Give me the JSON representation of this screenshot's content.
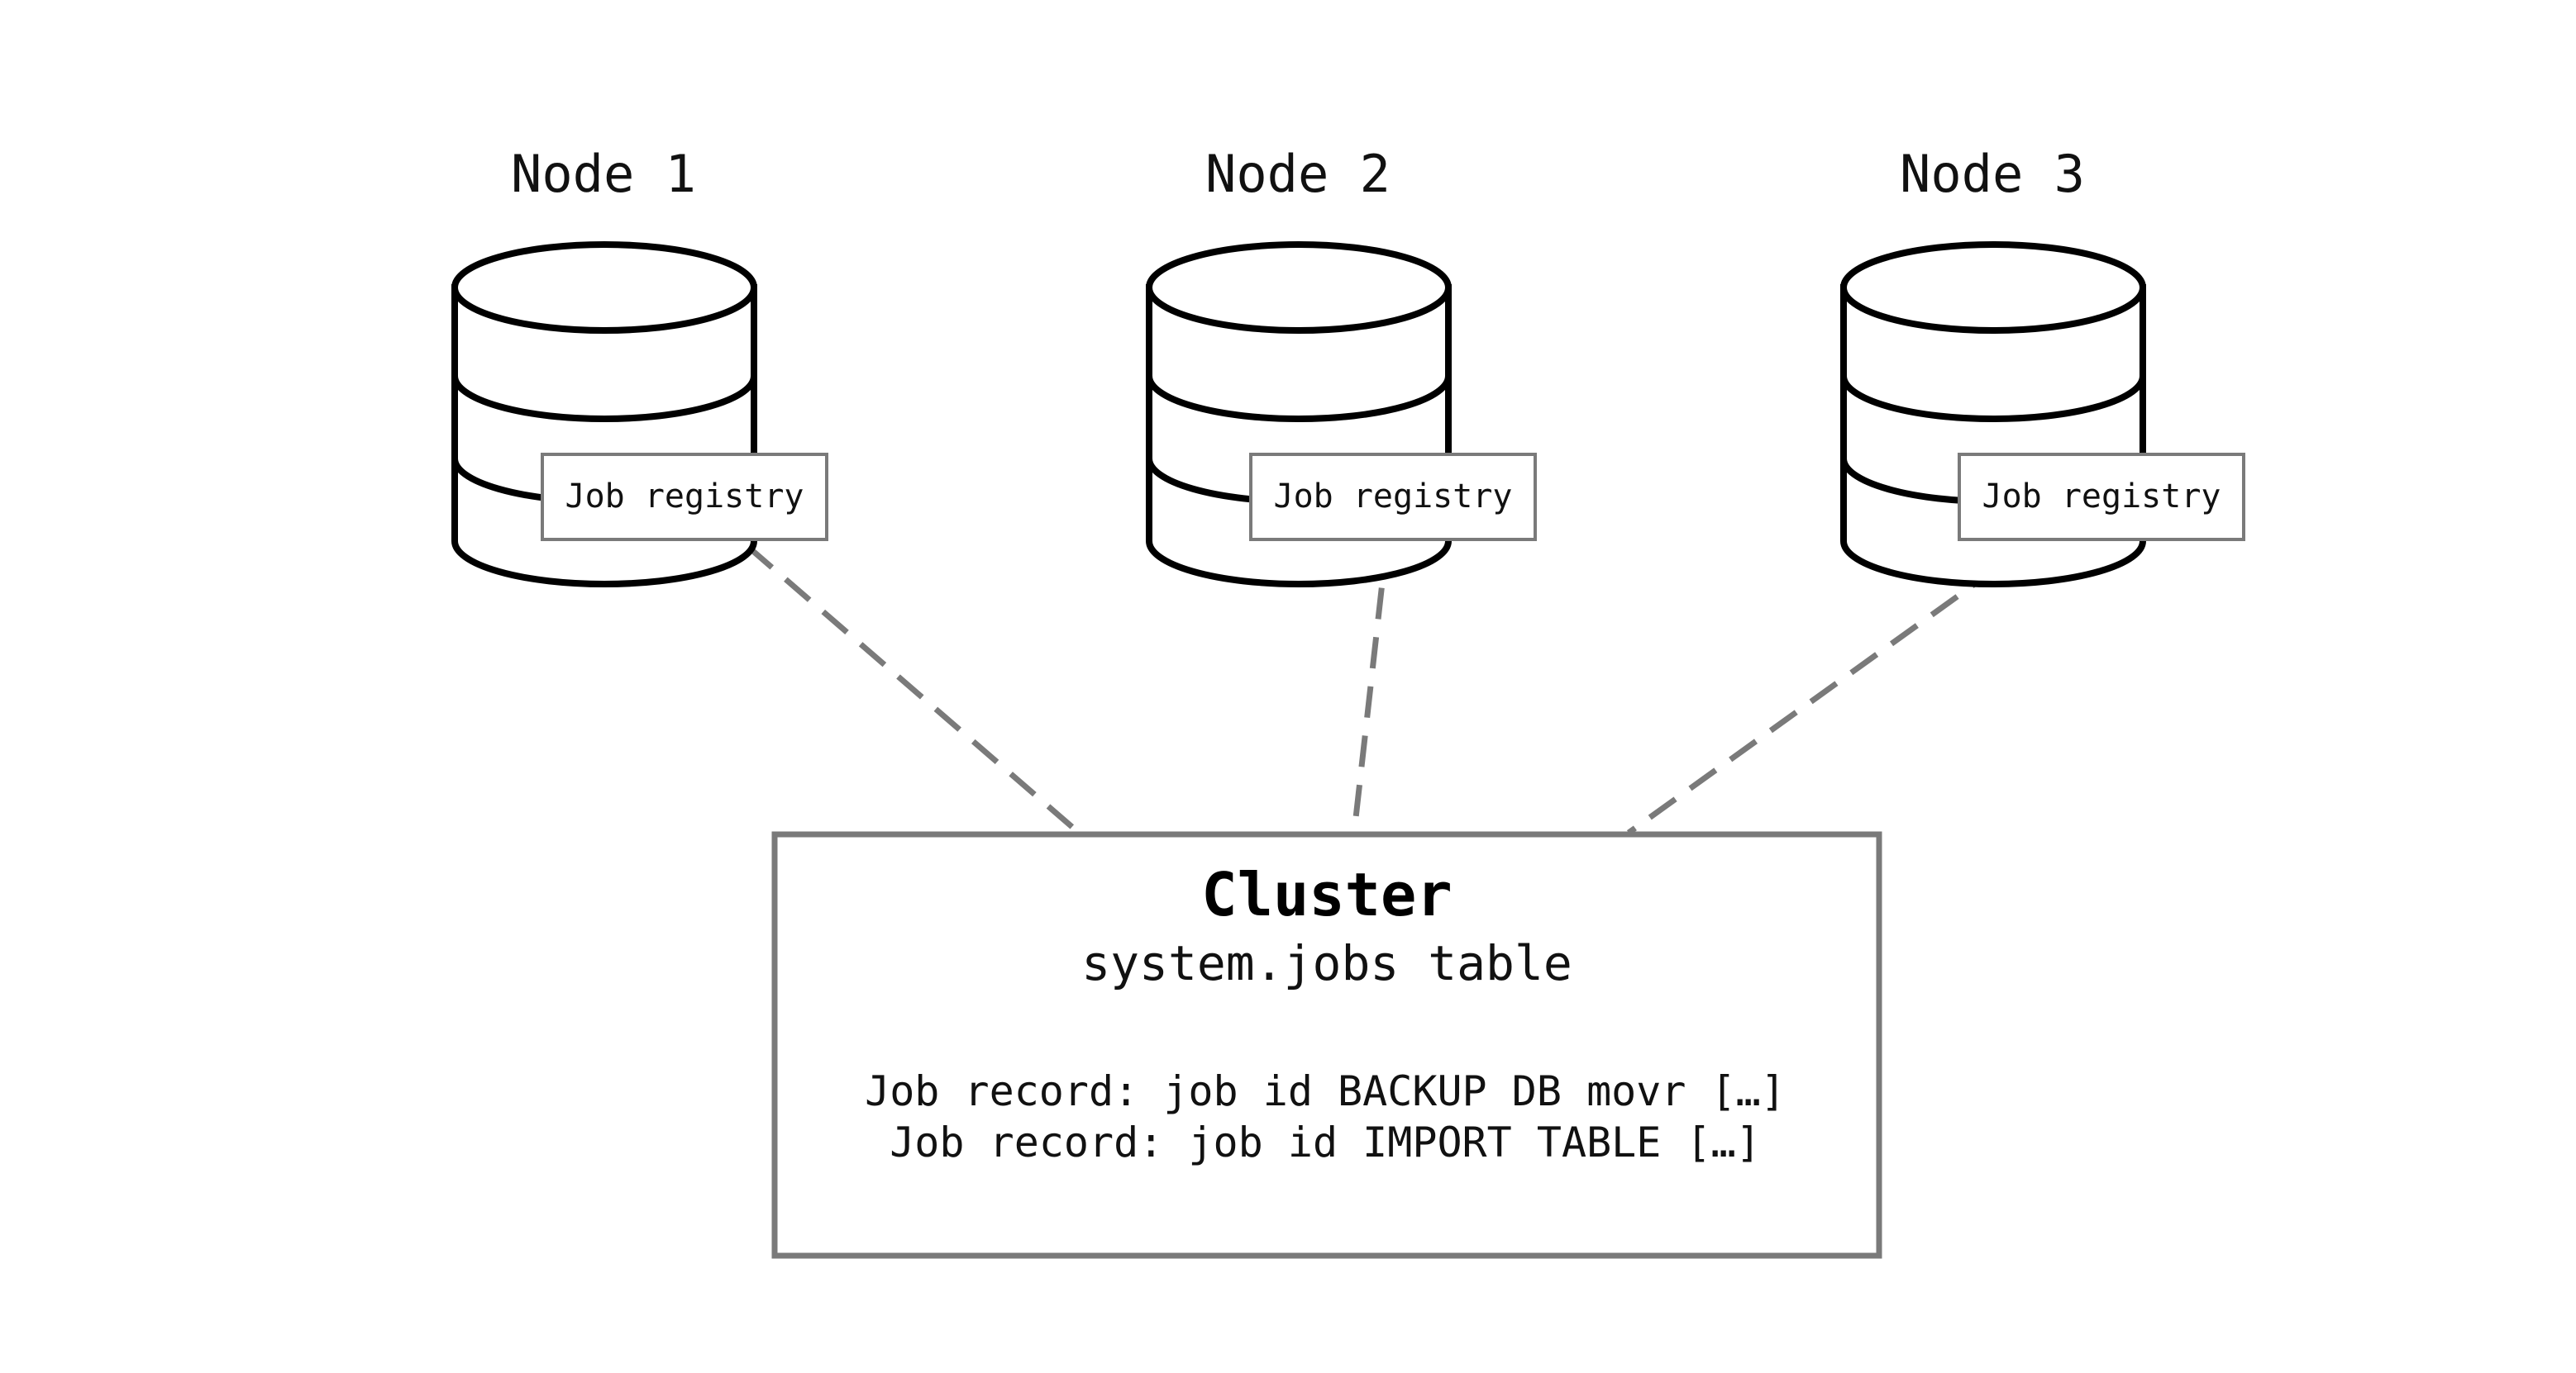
{
  "colors": {
    "outline": "#000000",
    "connector": "#7a7a7a",
    "box_border": "#7a7a7a",
    "background": "#ffffff"
  },
  "nodes": [
    {
      "title": "Node 1",
      "registry_label": "Job registry",
      "icon": "database-icon"
    },
    {
      "title": "Node 2",
      "registry_label": "Job registry",
      "icon": "database-icon"
    },
    {
      "title": "Node 3",
      "registry_label": "Job registry",
      "icon": "database-icon"
    }
  ],
  "cluster": {
    "title": "Cluster",
    "subtitle": "system.jobs table",
    "records": [
      "Job record: job id BACKUP DB movr […]",
      "Job record: job id IMPORT TABLE […]"
    ]
  }
}
